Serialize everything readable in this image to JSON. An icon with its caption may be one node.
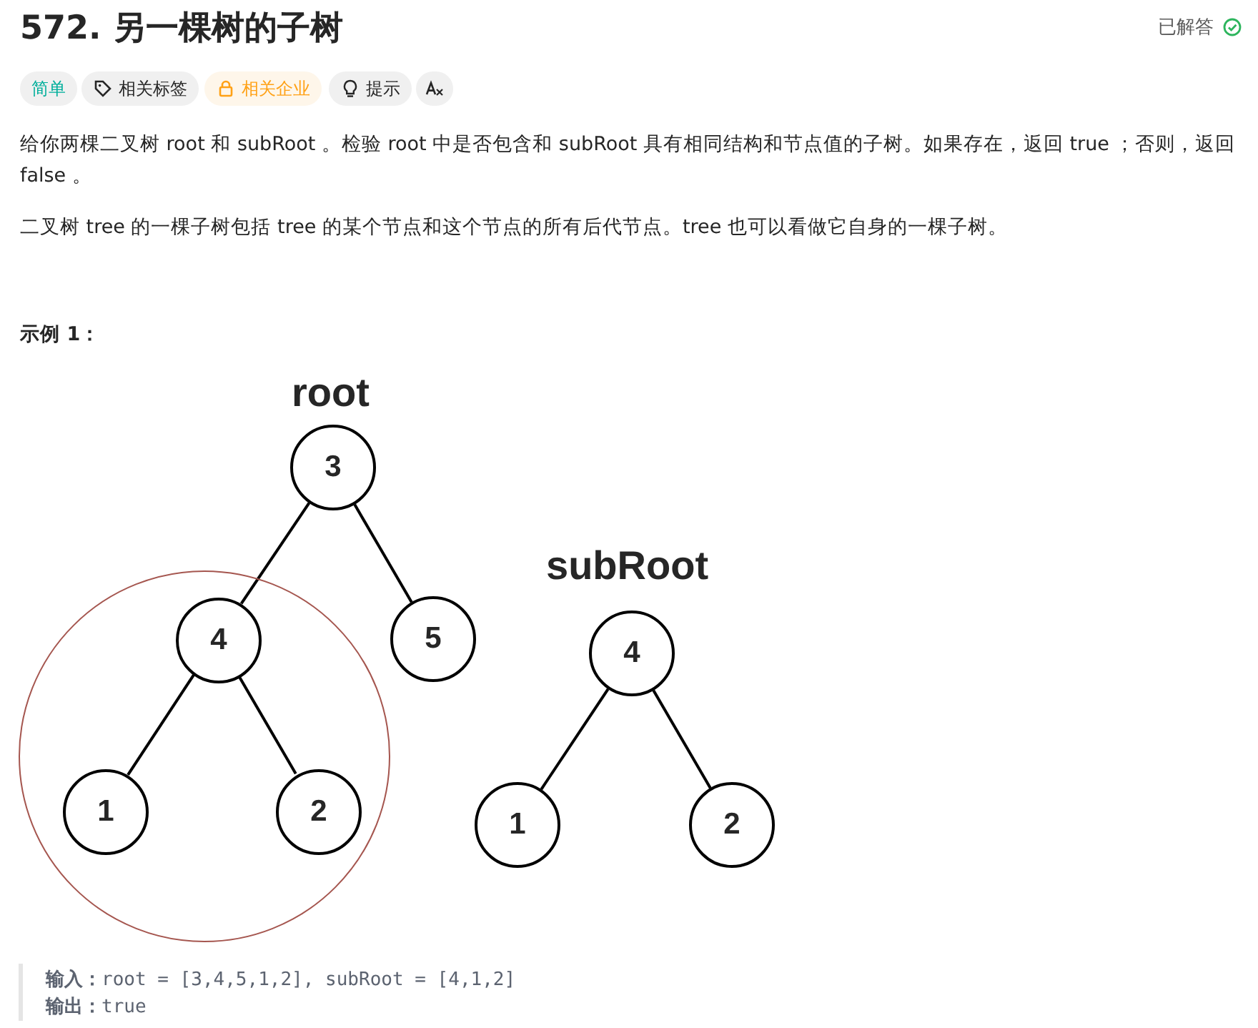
{
  "diagram": {
    "title": "572. 另一棵树的子树",
    "nodes": [
      {
        "text": [
          "3"
        ]
      },
      {
        "text": [],
        "shape": "circle"
      },
      {
        "text": [
          "4"
        ],
        "in": 1
      },
      {
        "text": [
          "5"
        ]
      },
      {
        "text": [
          "1"
        ],
        "in": 1
      },
      {
        "text": [
          "2"
        ],
        "in": 1
      },
      {
        "text": [
          "4"
        ]
      },
      {
        "text": [
          "1"
        ]
      },
      {
        "text": [
          "2"
        ]
      }
    ],
    "edges": [
      {
        "from": 0,
        "to": 2,
        "arrow": "none"
      },
      {
        "from": 0,
        "to": 3,
        "arrow": "none"
      },
      {
        "from": 2,
        "to": 4,
        "arrow": "none"
      },
      {
        "from": 2,
        "to": 5,
        "arrow": "none"
      },
      {
        "from": 6,
        "to": 7,
        "arrow": "none"
      },
      {
        "from": 6,
        "to": 8,
        "arrow": "none"
      }
    ],
    "labels": [
      "已解答",
      "简单",
      "相关标签",
      "相关企业",
      "提示",
      "给你两棵二叉树 root 和 subRoot 。检验 root 中是否包含和 subRoot 具有相同结构和节点值的子树。如果存在，返回 true ；否则，返回 false 。",
      "二叉树 tree 的一棵子树包括 tree 的某个节点和这个节点的所有后代节点。tree 也可以看做它自身的一棵子树。",
      "示例 1：",
      "root",
      "subRoot",
      "**输入：**root = [3,4,5,1,2], subRoot = [4,1,2]",
      "**输出：**true"
    ]
  }
}
